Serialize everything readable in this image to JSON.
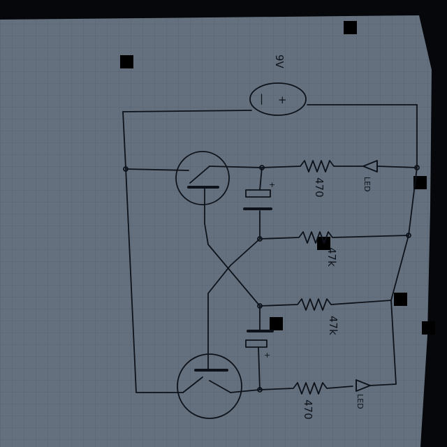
{
  "paper": {
    "color": "#64707e",
    "grid_color": "#4f5b69",
    "ink_color": "#0d121a"
  },
  "battery": {
    "label": "9V",
    "minus_mark": "|",
    "plus_mark": "+"
  },
  "resistors": [
    {
      "label": "470"
    },
    {
      "label": "47k"
    },
    {
      "label": "47k"
    },
    {
      "label": "470"
    }
  ],
  "diodes": [
    {
      "label": "LED"
    },
    {
      "label": "LED"
    }
  ],
  "capacitors": [
    {
      "polarity_mark": "+"
    },
    {
      "polarity_mark": "+"
    }
  ]
}
